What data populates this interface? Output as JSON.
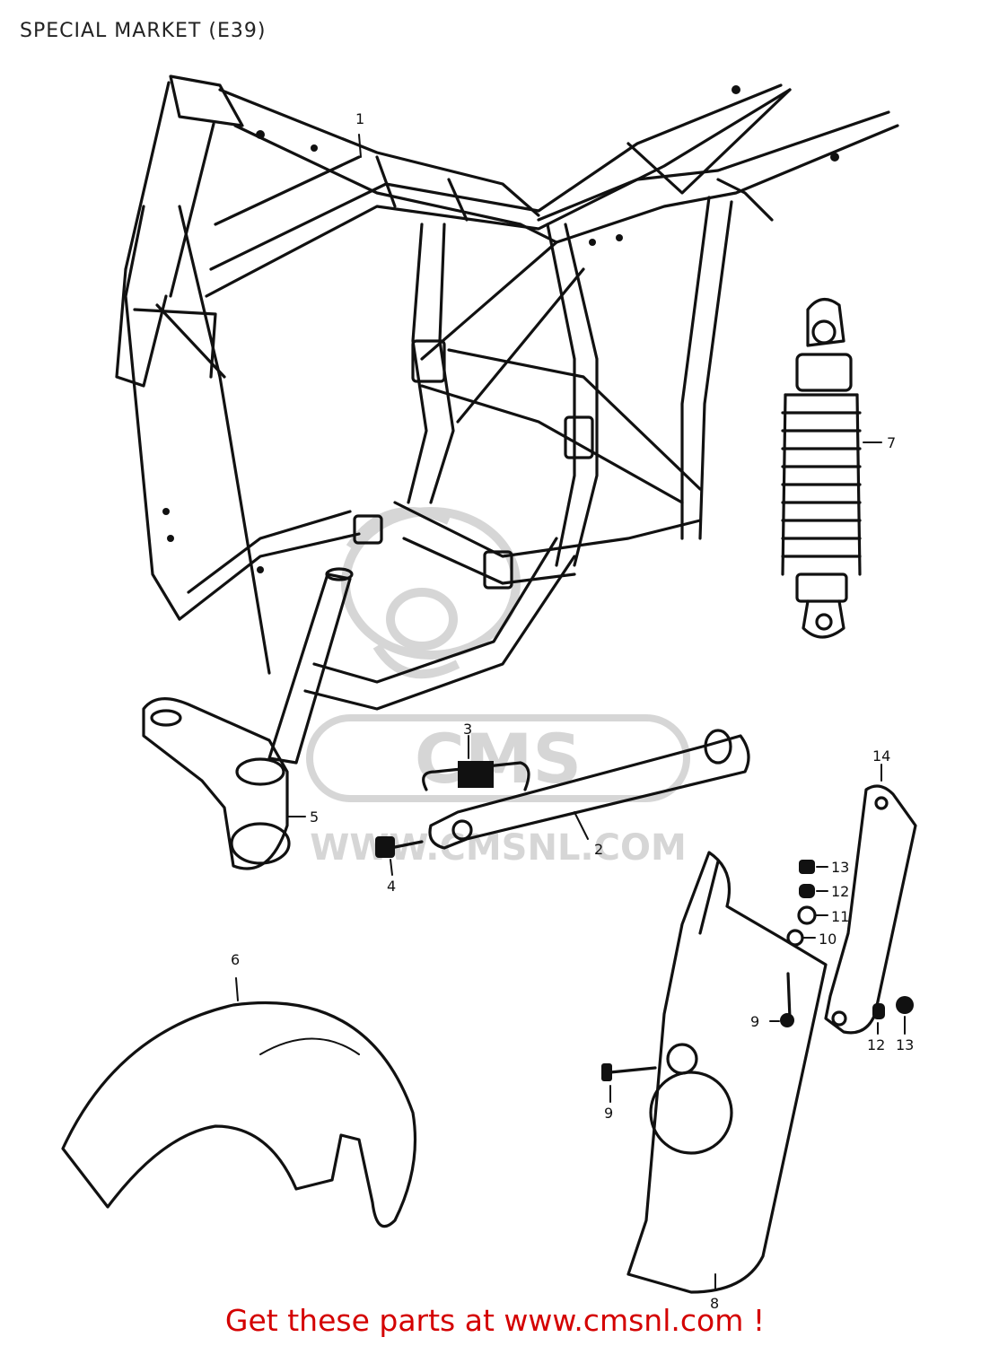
{
  "header": {
    "title": "SPECIAL MARKET (E39)"
  },
  "watermark": {
    "logo_text": "CMS",
    "site_text": "WWW.CMSNL.COM"
  },
  "callouts": [
    {
      "id": "frame",
      "label": "1"
    },
    {
      "id": "side-stand",
      "label": "2"
    },
    {
      "id": "spring",
      "label": "3"
    },
    {
      "id": "bolt",
      "label": "4"
    },
    {
      "id": "steering-stem",
      "label": "5"
    },
    {
      "id": "front-fender",
      "label": "6"
    },
    {
      "id": "shock-absorber",
      "label": "7"
    },
    {
      "id": "rear-fender",
      "label": "8"
    },
    {
      "id": "screw-left",
      "label": "9"
    },
    {
      "id": "screw-right",
      "label": "9"
    },
    {
      "id": "washer-10",
      "label": "10"
    },
    {
      "id": "washer-11",
      "label": "11"
    },
    {
      "id": "washer-12-top",
      "label": "12"
    },
    {
      "id": "nut-13-top",
      "label": "13"
    },
    {
      "id": "washer-12-bottom",
      "label": "12"
    },
    {
      "id": "nut-13-bottom",
      "label": "13"
    },
    {
      "id": "bracket",
      "label": "14"
    }
  ],
  "footer": {
    "text": "Get these parts at www.cmsnl.com !"
  },
  "colors": {
    "footer_text": "#d40000",
    "line": "#111111",
    "watermark": "#d6d6d6"
  }
}
